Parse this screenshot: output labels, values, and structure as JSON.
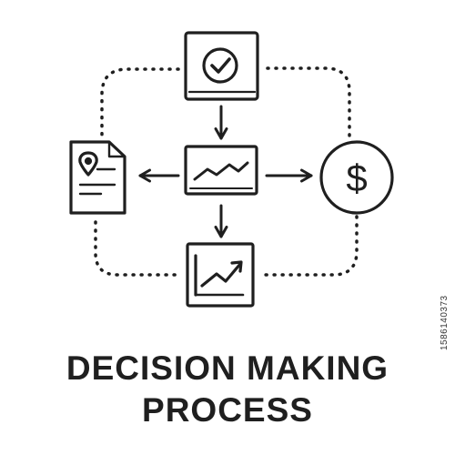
{
  "title": {
    "line1": "DECISION MAKING",
    "line2": "PROCESS"
  },
  "stock_id": "1586140373",
  "diagram": {
    "nodes": [
      {
        "id": "approval",
        "icon": "check-circle-monitor-icon"
      },
      {
        "id": "analysis",
        "icon": "line-chart-icon"
      },
      {
        "id": "document",
        "icon": "document-location-pin-icon"
      },
      {
        "id": "finance",
        "icon": "dollar-coin-icon"
      },
      {
        "id": "growth",
        "icon": "growth-chart-icon"
      }
    ],
    "connections": [
      {
        "from": "approval",
        "to": "analysis",
        "style": "arrow"
      },
      {
        "from": "analysis",
        "to": "document",
        "style": "arrow"
      },
      {
        "from": "analysis",
        "to": "finance",
        "style": "arrow"
      },
      {
        "from": "analysis",
        "to": "growth",
        "style": "arrow"
      },
      {
        "from": "approval",
        "to": "document",
        "style": "dotted"
      },
      {
        "from": "approval",
        "to": "finance",
        "style": "dotted"
      },
      {
        "from": "document",
        "to": "growth",
        "style": "dotted"
      },
      {
        "from": "finance",
        "to": "growth",
        "style": "dotted"
      }
    ]
  },
  "colors": {
    "ink": "#1f1f1f",
    "background": "#ffffff"
  }
}
